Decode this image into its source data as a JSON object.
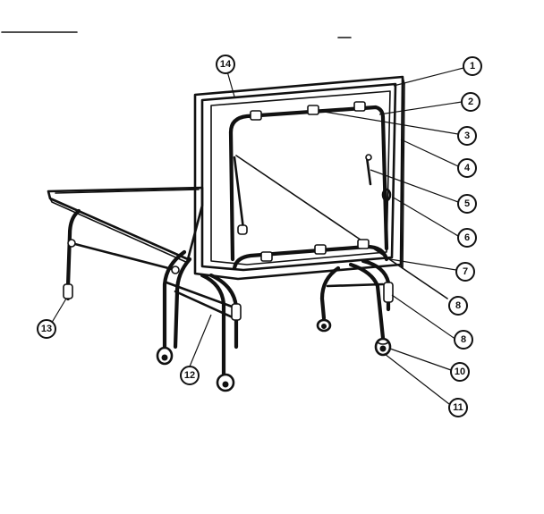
{
  "callouts": [
    {
      "id": "1",
      "label": "1"
    },
    {
      "id": "2",
      "label": "2"
    },
    {
      "id": "3",
      "label": "3"
    },
    {
      "id": "4",
      "label": "4"
    },
    {
      "id": "5",
      "label": "5"
    },
    {
      "id": "6",
      "label": "6"
    },
    {
      "id": "7",
      "label": "7"
    },
    {
      "id": "8a",
      "label": "8"
    },
    {
      "id": "8b",
      "label": "8"
    },
    {
      "id": "10",
      "label": "10"
    },
    {
      "id": "11",
      "label": "11"
    },
    {
      "id": "12",
      "label": "12"
    },
    {
      "id": "13",
      "label": "13"
    },
    {
      "id": "14",
      "label": "14"
    }
  ]
}
